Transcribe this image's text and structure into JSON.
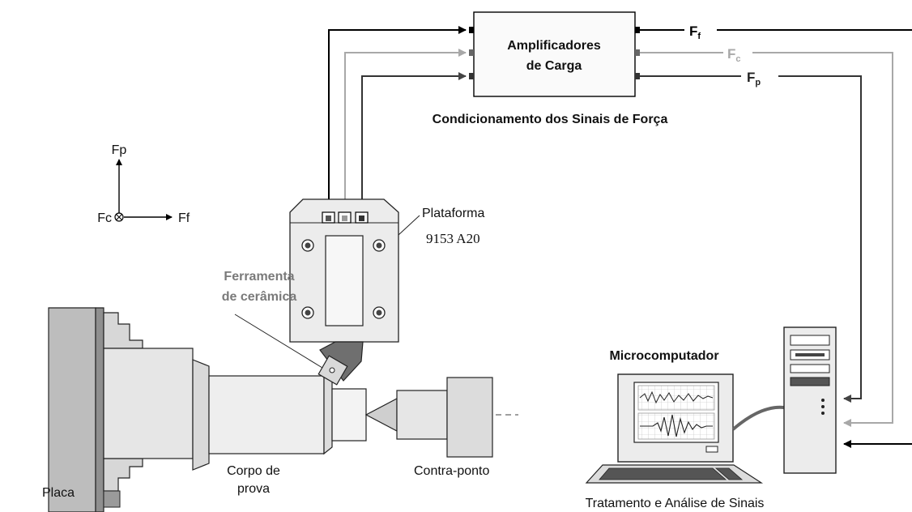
{
  "amplifier": {
    "line1": "Amplificadores",
    "line2": "de Carga"
  },
  "conditioning_label": "Condicionamento dos Sinais de Força",
  "signals": [
    {
      "base": "F",
      "sub": "f",
      "color": "#000000"
    },
    {
      "base": "F",
      "sub": "c",
      "color": "#a8a8a8"
    },
    {
      "base": "F",
      "sub": "p",
      "color": "#222222"
    }
  ],
  "axes": {
    "up": "Fp",
    "left": "Fc",
    "right": "Ff"
  },
  "platform": {
    "line1": "Plataforma",
    "line2": "9153 A20"
  },
  "tool": {
    "line1": "Ferramenta",
    "line2": "de cerâmica"
  },
  "labels": {
    "chuck": "Placa",
    "specimen_line1": "Corpo de",
    "specimen_line2": "prova",
    "tailstock": "Contra-ponto",
    "computer": "Microcomputador",
    "processing": "Tratamento e Análise de Sinais"
  },
  "colors": {
    "line_black": "#000000",
    "line_gray": "#a8a8a8",
    "line_dark": "#333333",
    "machine_fill": "#e6e6e6",
    "chuck_fill": "#bdbdbd"
  }
}
